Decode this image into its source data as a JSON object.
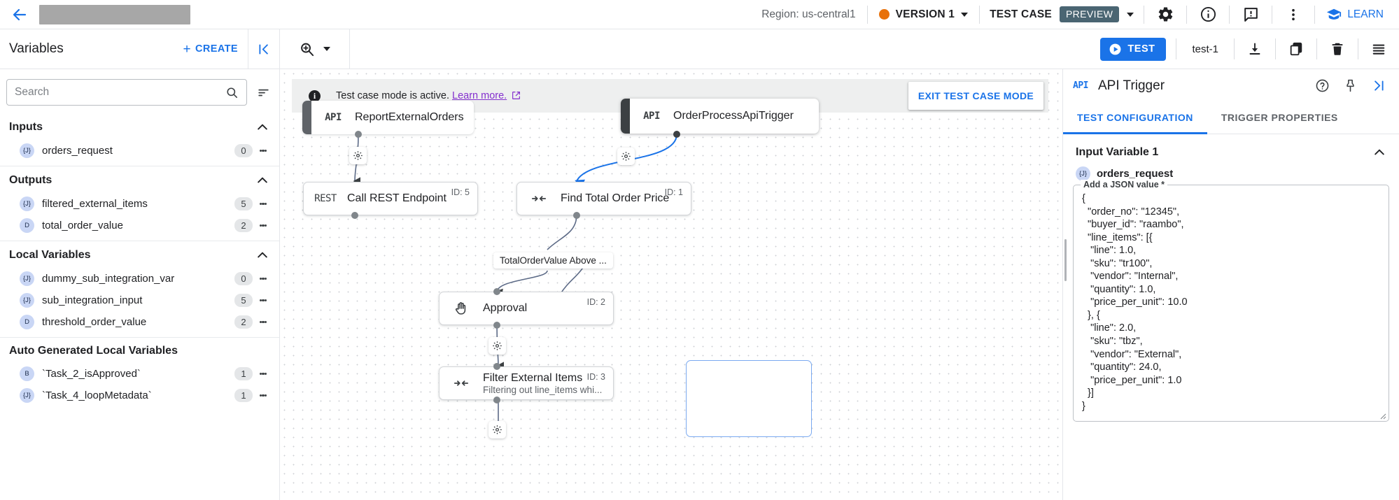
{
  "topbar": {
    "back_icon": "back-arrow-icon",
    "region": "Region: us-central1",
    "version_label": "VERSION 1",
    "version_dot_color": "#e8710a",
    "test_case_label": "TEST CASE",
    "preview_chip": "PREVIEW",
    "icons": [
      "gear-icon",
      "info-icon",
      "feedback-icon",
      "more-vert-icon"
    ],
    "learn_label": "LEARN"
  },
  "toolbar": {
    "variables_title": "Variables",
    "create_label": "CREATE",
    "create_plus": "+",
    "collapse_icon": "collapse-left-icon",
    "zoom_icon": "zoom-in-icon",
    "test_label": "TEST",
    "testcase_name": "test-1",
    "download_icon": "download-icon",
    "copy_icon": "copy-icon",
    "delete_icon": "trash-icon",
    "logs_icon": "list-icon"
  },
  "sidebar": {
    "search_placeholder": "Search",
    "search_value": "",
    "sections": [
      {
        "title": "Inputs",
        "collapsible": true,
        "rows": [
          {
            "badge": "{J}",
            "name": "orders_request",
            "count": "0"
          }
        ]
      },
      {
        "title": "Outputs",
        "collapsible": true,
        "rows": [
          {
            "badge": "{J}",
            "name": "filtered_external_items",
            "count": "5"
          },
          {
            "badge": "D",
            "name": "total_order_value",
            "count": "2"
          }
        ]
      },
      {
        "title": "Local Variables",
        "collapsible": true,
        "rows": [
          {
            "badge": "{J}",
            "name": "dummy_sub_integration_var",
            "count": "0"
          },
          {
            "badge": "{J}",
            "name": "sub_integration_input",
            "count": "5"
          },
          {
            "badge": "D",
            "name": "threshold_order_value",
            "count": "2"
          }
        ]
      },
      {
        "title": "Auto Generated Local Variables",
        "collapsible": false,
        "rows": [
          {
            "badge": "B",
            "name": "`Task_2_isApproved`",
            "count": "1"
          },
          {
            "badge": "{J}",
            "name": "`Task_4_loopMetadata`",
            "count": "1"
          }
        ]
      }
    ]
  },
  "canvas": {
    "banner": {
      "text": "Test case mode is active.",
      "link": "Learn more.",
      "exit_label": "EXIT TEST CASE MODE"
    },
    "nodes": [
      {
        "id": "n1",
        "kind": "trigger",
        "tag": "API",
        "title": "ReportExternalOrders",
        "sub": "",
        "node_id": "",
        "selected": false
      },
      {
        "id": "n2",
        "kind": "trigger",
        "tag": "API",
        "title": "OrderProcessApiTrigger",
        "sub": "",
        "node_id": "",
        "selected": true
      },
      {
        "id": "n3",
        "kind": "task",
        "tag": "REST",
        "title": "Call REST Endpoint",
        "sub": "",
        "node_id": "ID: 5",
        "selected": false
      },
      {
        "id": "n4",
        "kind": "task",
        "tag": "mapping",
        "title": "Find Total Order Price",
        "sub": "",
        "node_id": "ID: 1",
        "selected": false
      },
      {
        "id": "n5",
        "kind": "task",
        "tag": "approval",
        "title": "Approval",
        "sub": "",
        "node_id": "ID: 2",
        "selected": false
      },
      {
        "id": "n6",
        "kind": "task",
        "tag": "mapping",
        "title": "Filter External Items",
        "sub": "Filtering out line_items whi...",
        "node_id": "ID: 3",
        "selected": false
      }
    ],
    "edge_label": "TotalOrderValue Above ..."
  },
  "right_panel": {
    "api_tag": "API",
    "title": "API Trigger",
    "help_icon": "help-circle-icon",
    "pin_icon": "pin-icon",
    "collapse_icon": "collapse-right-icon",
    "tabs": [
      {
        "label": "TEST CONFIGURATION",
        "active": true
      },
      {
        "label": "TRIGGER PROPERTIES",
        "active": false
      }
    ],
    "input_variable_title": "Input Variable 1",
    "variable_badge": "{J}",
    "variable_name": "orders_request",
    "json_legend": "Add a JSON value *",
    "json_value": "{\n  \"order_no\": \"12345\",\n  \"buyer_id\": \"raambo\",\n  \"line_items\": [{\n   \"line\": 1.0,\n   \"sku\": \"tr100\",\n   \"vendor\": \"Internal\",\n   \"quantity\": 1.0,\n   \"price_per_unit\": 10.0\n  }, {\n   \"line\": 2.0,\n   \"sku\": \"tbz\",\n   \"vendor\": \"External\",\n   \"quantity\": 24.0,\n   \"price_per_unit\": 1.0\n  }]\n}"
  },
  "colors": {
    "accent": "#1a73e8",
    "version_dot": "#e8710a",
    "preview_chip_bg": "#4a6572",
    "link_purple": "#8430ce"
  }
}
